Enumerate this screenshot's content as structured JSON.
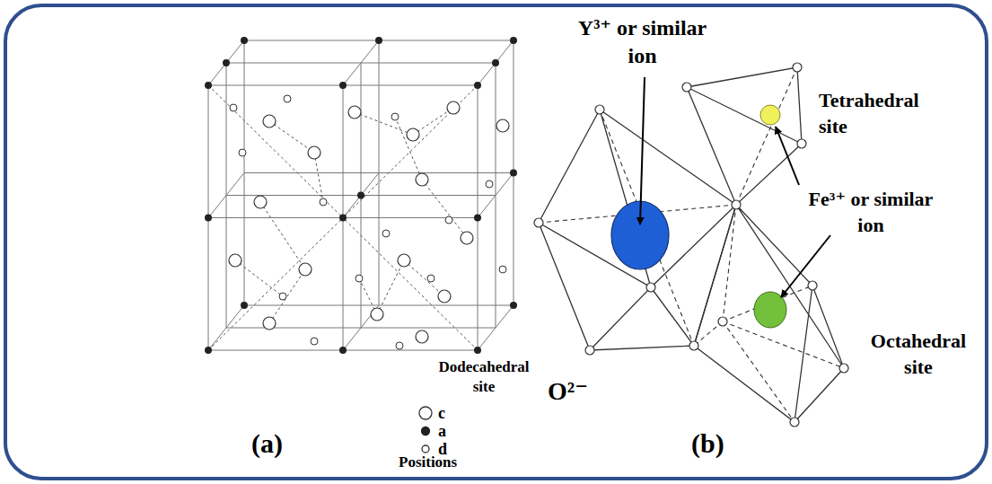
{
  "diagram": {
    "labels": [
      "(a)",
      "Positions",
      "(b)",
      "Y³⁺ or similar ion",
      "Tetrahedral site",
      "Fe³⁺ or similar ion",
      "Dodecahedral site",
      "O²⁻",
      "Octahedral site"
    ],
    "legend": [
      {
        "text": "c"
      },
      {
        "text": "a"
      },
      {
        "text": "d"
      }
    ]
  }
}
